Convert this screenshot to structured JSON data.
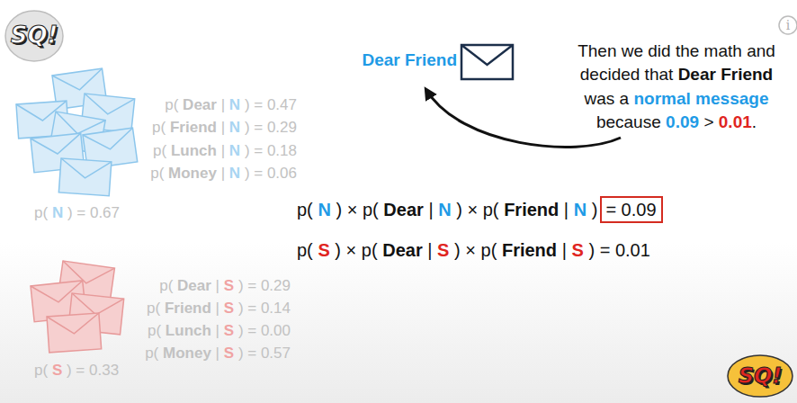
{
  "diagram": {
    "nodes": [
      {
        "text": [
          "= 0.09"
        ]
      }
    ],
    "labels": [
      "SQ!",
      "i",
      "Dear Friend",
      "Then we did the math and",
      "decided that",
      "Dear Friend",
      "was a",
      "normal message",
      "because",
      "0.09",
      ">",
      "0.01",
      ".",
      "p(",
      "Dear",
      "|",
      "N",
      ") = 0.47",
      "p(",
      "Friend",
      "|",
      "N",
      ") = 0.29",
      "p(",
      "Lunch",
      "|",
      "N",
      ") = 0.18",
      "p(",
      "Money",
      "|",
      "N",
      ") = 0.06",
      "p(",
      "N",
      ") = 0.67",
      "p(",
      "N",
      ") ×",
      "p(",
      "Dear",
      "|",
      "N",
      ") ×",
      "p(",
      "Friend",
      "|",
      "N",
      ")",
      "p(",
      "S",
      ") ×",
      "p(",
      "Dear",
      "|",
      "S",
      ") ×",
      "p(",
      "Friend",
      "|",
      "S",
      ")",
      "= 0.01",
      "p(",
      "Dear",
      "|",
      "S",
      ") = 0.29",
      "p(",
      "Friend",
      "|",
      "S",
      ") = 0.14",
      "p(",
      "Lunch",
      "|",
      "S",
      ") = 0.00",
      "p(",
      "Money",
      "|",
      "S",
      ") = 0.57",
      "p(",
      "S",
      ") = 0.33",
      "SQ!"
    ]
  }
}
